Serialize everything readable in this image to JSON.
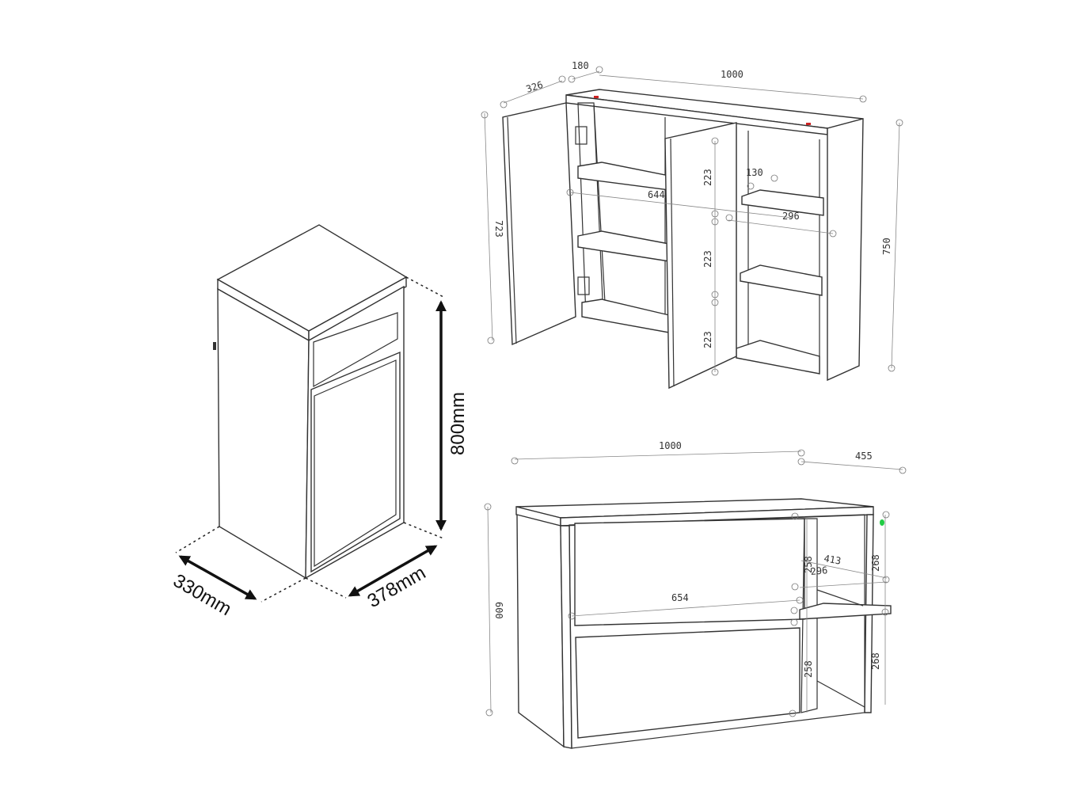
{
  "single_cabinet": {
    "height": "800mm",
    "width": "378mm",
    "depth": "330mm"
  },
  "wall_cabinet": {
    "width": "1000",
    "depth": "180",
    "door_offset": "326",
    "door_height": "723",
    "height": "750",
    "shelf_width_left": "644",
    "shelf_width_right": "296",
    "shelf_depth": "130",
    "shelf_spacing": [
      "223",
      "223",
      "223"
    ]
  },
  "base_cabinet": {
    "width": "1000",
    "depth": "455",
    "height": "600",
    "drawer_width": "654",
    "drawer_heights": [
      "258",
      "258"
    ],
    "niche_heights": [
      "268",
      "268"
    ],
    "niche_depth": "413",
    "niche_width": "296"
  },
  "colors": {
    "line": "#333333",
    "marker_green": "#22cc44",
    "marker_red": "#cc2222"
  }
}
